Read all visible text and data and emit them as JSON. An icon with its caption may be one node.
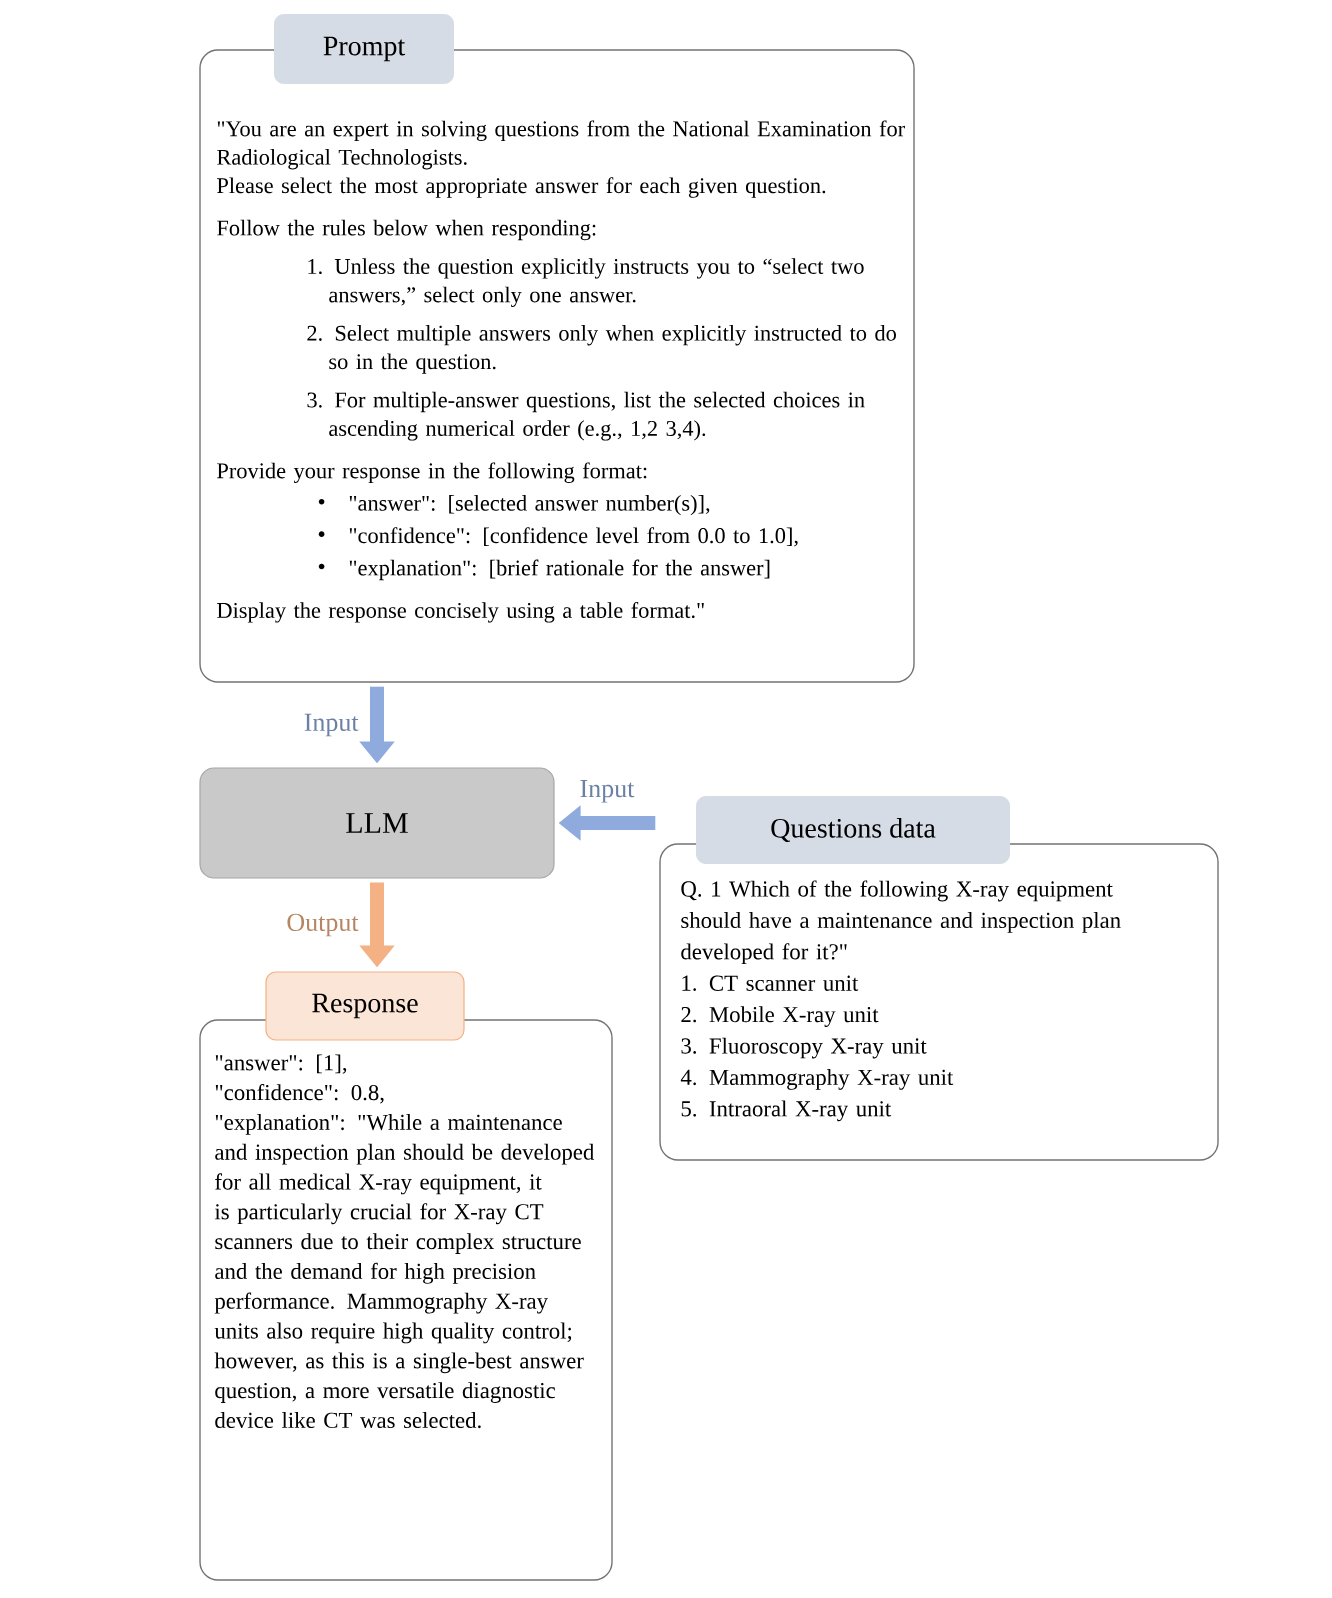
{
  "diagram": {
    "nodes": [
      {
        "text": [
          "Prompt",
          "\"You are an expert in solving questions from the National Examination for Radiological Technologists.",
          "Please select the most appropriate answer for each given question.",
          "Follow the rules below when responding:",
          "1. Unless the question explicitly instructs you to “select two answers,” select only one answer.",
          "2. Select multiple answers only when explicitly instructed to do so in the question.",
          "3. For multiple-answer questions, list the selected choices in ascending numerical order (e.g., 1,2 3,4).",
          "Provide your response in the following format:",
          "\"answer\": [selected answer number(s)],",
          "\"confidence\": [confidence level from 0.0 to 1.0],",
          "\"explanation\": [brief rationale for the answer]",
          "Display the response concisely using a table format.\""
        ]
      },
      {
        "text": [
          "LLM"
        ]
      },
      {
        "text": [
          "Questions data",
          "Q. 1 Which of the following X-ray equipment should have a maintenance and inspection plan developed for it?\"",
          "1. CT scanner unit",
          "2. Mobile X-ray unit",
          "3. Fluoroscopy X-ray unit",
          "4. Mammography X-ray unit",
          "5. Intraoral X-ray unit"
        ]
      },
      {
        "text": [
          "Response",
          "\"answer\": [1],",
          "\"confidence\": 0.8,",
          "\"explanation\": \"While a maintenance and inspection plan should be developed for all medical X-ray equipment, it is particularly crucial for X-ray CT scanners due to their complex structure and the demand for high precision performance. Mammography X-ray units also require high quality control; however, as this is a single-best answer question, a more versatile diagnostic device like CT was selected."
        ]
      }
    ],
    "edges": [
      {
        "from": 0,
        "to": 1,
        "arrow": "to",
        "label": "Input"
      },
      {
        "from": 2,
        "to": 1,
        "arrow": "to",
        "label": "Input"
      },
      {
        "from": 1,
        "to": 3,
        "arrow": "to",
        "label": "Output",
        "color": "#f4b183"
      }
    ]
  }
}
